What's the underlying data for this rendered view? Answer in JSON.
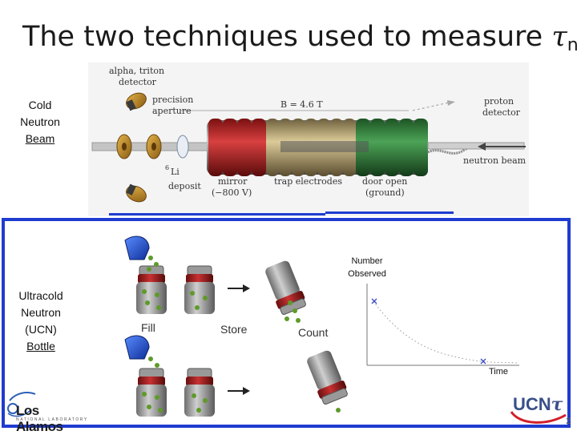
{
  "slide": {
    "title_text": "The two techniques used to measure ",
    "title_symbol": "τ",
    "title_subscript": "n",
    "page_number": "2"
  },
  "beam": {
    "label": [
      "Cold",
      "Neutron",
      "Beam"
    ],
    "diagram": {
      "alpha_detector": [
        "alpha, triton",
        "detector"
      ],
      "aperture": [
        "precision",
        "aperture"
      ],
      "field": "B = 4.6 T",
      "proton_detector": [
        "proton",
        "detector"
      ],
      "deposit_sup": "6",
      "deposit": [
        "Li",
        "deposit"
      ],
      "mirror": [
        "mirror",
        "(−800 V)"
      ],
      "electrodes": "trap electrodes",
      "door": [
        "door open",
        "(ground)"
      ],
      "neutron_beam": "neutron beam"
    }
  },
  "bottle": {
    "label": [
      "Ultracold",
      "Neutron",
      "(UCN)",
      "Bottle"
    ],
    "steps": [
      "Fill",
      "Store",
      "Count"
    ],
    "plot": {
      "ylabel": [
        "Number",
        "Observed"
      ],
      "xlabel": "Time"
    }
  },
  "logos": {
    "lanl_main": "Los Alamos",
    "lanl_sub": "NATIONAL LABORATORY",
    "ucn_prefix": "UCN",
    "ucn_symbol": "τ"
  },
  "colors": {
    "frame_blue": "#1f3cd0",
    "coil_red": "#c62a2a",
    "coil_green": "#2f8a3a",
    "coil_tan": "#c7b07a",
    "dot_green": "#5f9a2a",
    "ucn_red": "#d31f2a"
  }
}
